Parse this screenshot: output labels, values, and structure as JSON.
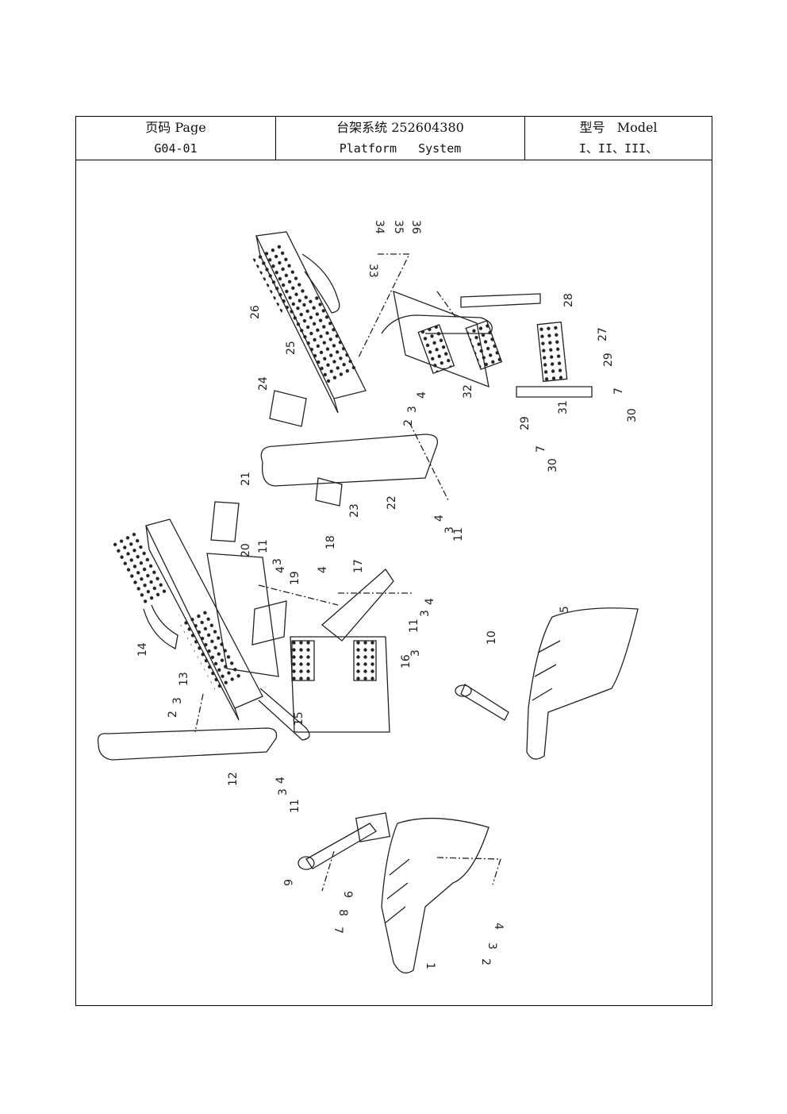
{
  "header": {
    "page_label": "页码 Page",
    "page_number": "G04-01",
    "system_title": "台架系统 252604380",
    "system_subtitle": "Platform   System",
    "model_label": "型号   Model",
    "model_values": "I、II、III、"
  },
  "part_labels": [
    {
      "id": "p1",
      "text": "1"
    },
    {
      "id": "p2a",
      "text": "2"
    },
    {
      "id": "p2b",
      "text": "2"
    },
    {
      "id": "p2c",
      "text": "2"
    },
    {
      "id": "p3a",
      "text": "3"
    },
    {
      "id": "p3b",
      "text": "3"
    },
    {
      "id": "p3c",
      "text": "3"
    },
    {
      "id": "p3d",
      "text": "3"
    },
    {
      "id": "p3e",
      "text": "3"
    },
    {
      "id": "p3f",
      "text": "3"
    },
    {
      "id": "p3g",
      "text": "3"
    },
    {
      "id": "p3h",
      "text": "3"
    },
    {
      "id": "p4a",
      "text": "4"
    },
    {
      "id": "p4b",
      "text": "4"
    },
    {
      "id": "p4c",
      "text": "4"
    },
    {
      "id": "p4d",
      "text": "4"
    },
    {
      "id": "p4e",
      "text": "4"
    },
    {
      "id": "p4f",
      "text": "4"
    },
    {
      "id": "p5",
      "text": "5"
    },
    {
      "id": "p6",
      "text": "6"
    },
    {
      "id": "p7a",
      "text": "7"
    },
    {
      "id": "p7b",
      "text": "7"
    },
    {
      "id": "p7c",
      "text": "7"
    },
    {
      "id": "p8",
      "text": "8"
    },
    {
      "id": "p9",
      "text": "9"
    },
    {
      "id": "p10",
      "text": "10"
    },
    {
      "id": "p11a",
      "text": "11"
    },
    {
      "id": "p11b",
      "text": "11"
    },
    {
      "id": "p11c",
      "text": "11"
    },
    {
      "id": "p11d",
      "text": "11"
    },
    {
      "id": "p12",
      "text": "12"
    },
    {
      "id": "p13",
      "text": "13"
    },
    {
      "id": "p14",
      "text": "14"
    },
    {
      "id": "p15",
      "text": "15"
    },
    {
      "id": "p16",
      "text": "16"
    },
    {
      "id": "p17",
      "text": "17"
    },
    {
      "id": "p18",
      "text": "18"
    },
    {
      "id": "p19",
      "text": "19"
    },
    {
      "id": "p20",
      "text": "20"
    },
    {
      "id": "p21",
      "text": "21"
    },
    {
      "id": "p22",
      "text": "22"
    },
    {
      "id": "p23",
      "text": "23"
    },
    {
      "id": "p24",
      "text": "24"
    },
    {
      "id": "p25",
      "text": "25"
    },
    {
      "id": "p26",
      "text": "26"
    },
    {
      "id": "p27",
      "text": "27"
    },
    {
      "id": "p28",
      "text": "28"
    },
    {
      "id": "p29a",
      "text": "29"
    },
    {
      "id": "p29b",
      "text": "29"
    },
    {
      "id": "p30a",
      "text": "30"
    },
    {
      "id": "p30b",
      "text": "30"
    },
    {
      "id": "p31",
      "text": "31"
    },
    {
      "id": "p32",
      "text": "32"
    },
    {
      "id": "p33",
      "text": "33"
    },
    {
      "id": "p34",
      "text": "34"
    },
    {
      "id": "p35",
      "text": "35"
    },
    {
      "id": "p36",
      "text": "36"
    }
  ]
}
